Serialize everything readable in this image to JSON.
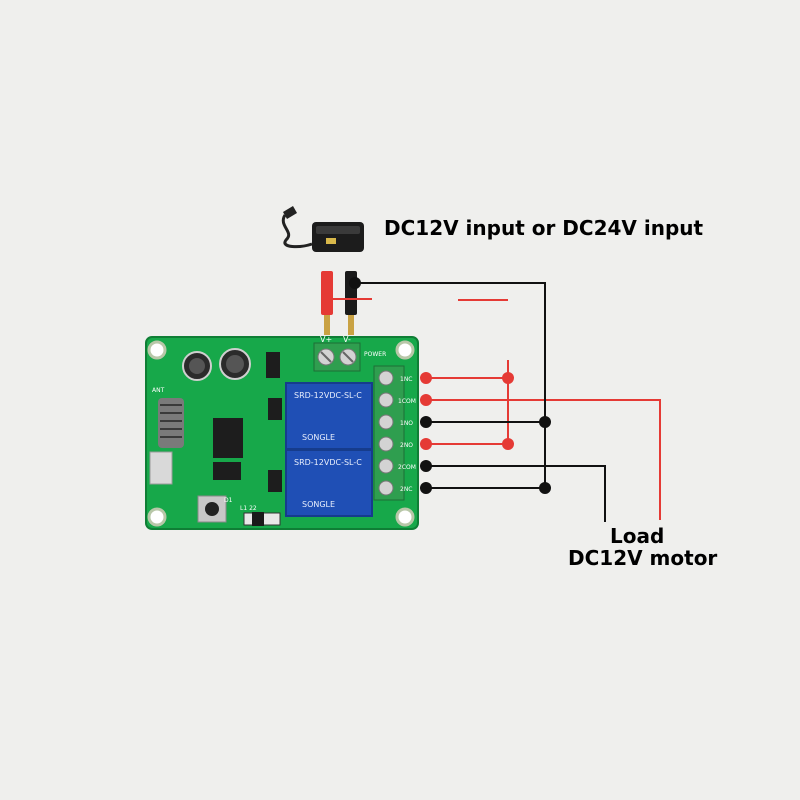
{
  "labels": {
    "power_input": "DC12V input or DC24V input",
    "load": "Load",
    "motor": "DC12V motor"
  },
  "board": {
    "relay_1_top": "SRD-12VDC-SL-C",
    "relay_1_brand": "SONGLE",
    "relay_2_top": "SRD-12VDC-SL-C",
    "relay_2_brand": "SONGLE",
    "terminal_power_v_plus": "V+",
    "terminal_power_v_minus": "V-",
    "terminal_power_label": "POWER",
    "terminal_out_labels": [
      "1NC",
      "1COM",
      "1NO",
      "2NO",
      "2COM",
      "2NC"
    ],
    "antenna_label": "ANT",
    "led_label": "D1",
    "jumper_label": "L1 22"
  },
  "colors": {
    "background": "#efefed",
    "board": "#17a84a",
    "relay": "#1f4fb5",
    "terminal": "#2f9e4f",
    "wire_red": "#e53a35",
    "wire_black": "#111111"
  }
}
